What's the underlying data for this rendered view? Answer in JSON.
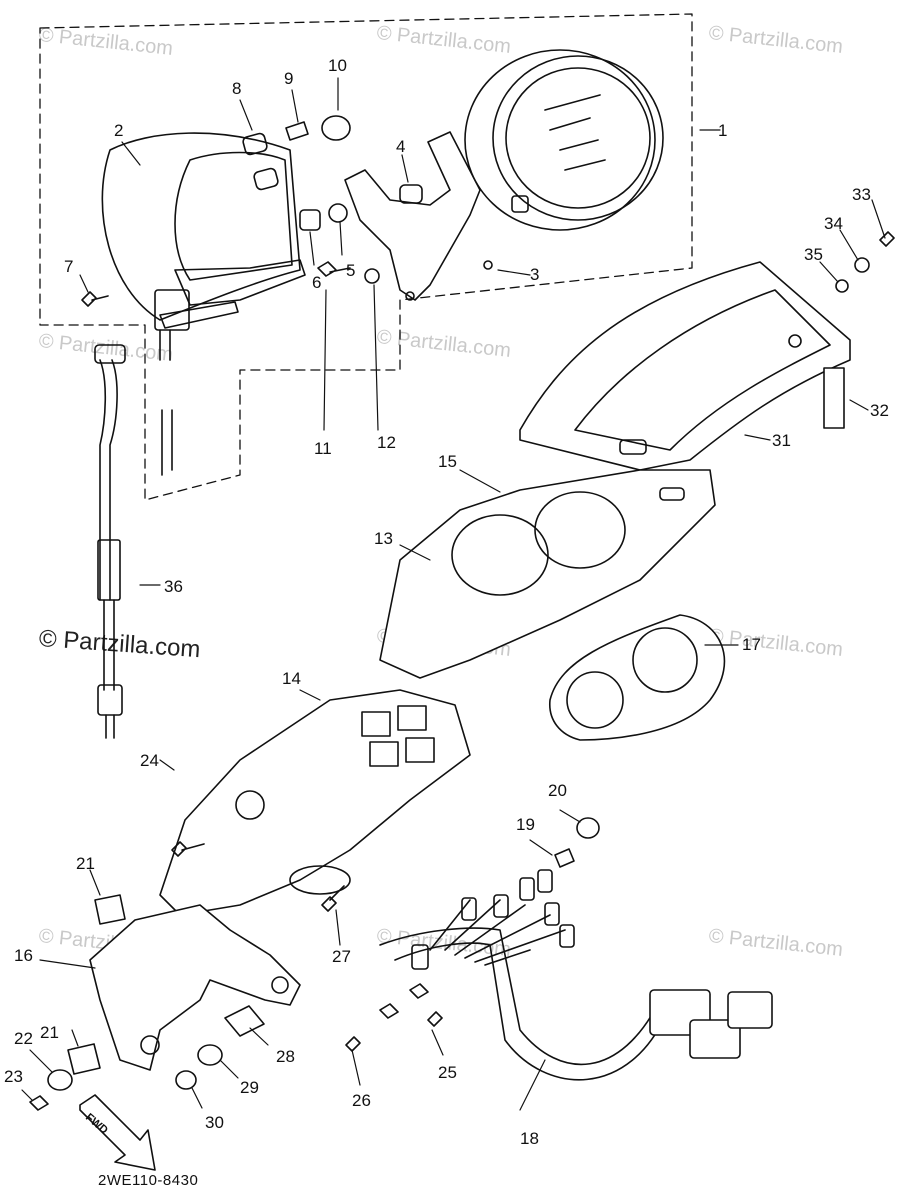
{
  "watermark": "© Partzilla.com",
  "diagram_code": "2WE110-8430",
  "fwd_label": "FWD",
  "callouts": [
    "1",
    "2",
    "3",
    "4",
    "5",
    "6",
    "7",
    "8",
    "9",
    "10",
    "11",
    "12",
    "13",
    "14",
    "15",
    "16",
    "17",
    "18",
    "19",
    "20",
    "21",
    "21",
    "22",
    "23",
    "24",
    "25",
    "26",
    "27",
    "28",
    "29",
    "30",
    "31",
    "32",
    "33",
    "34",
    "35",
    "36"
  ]
}
